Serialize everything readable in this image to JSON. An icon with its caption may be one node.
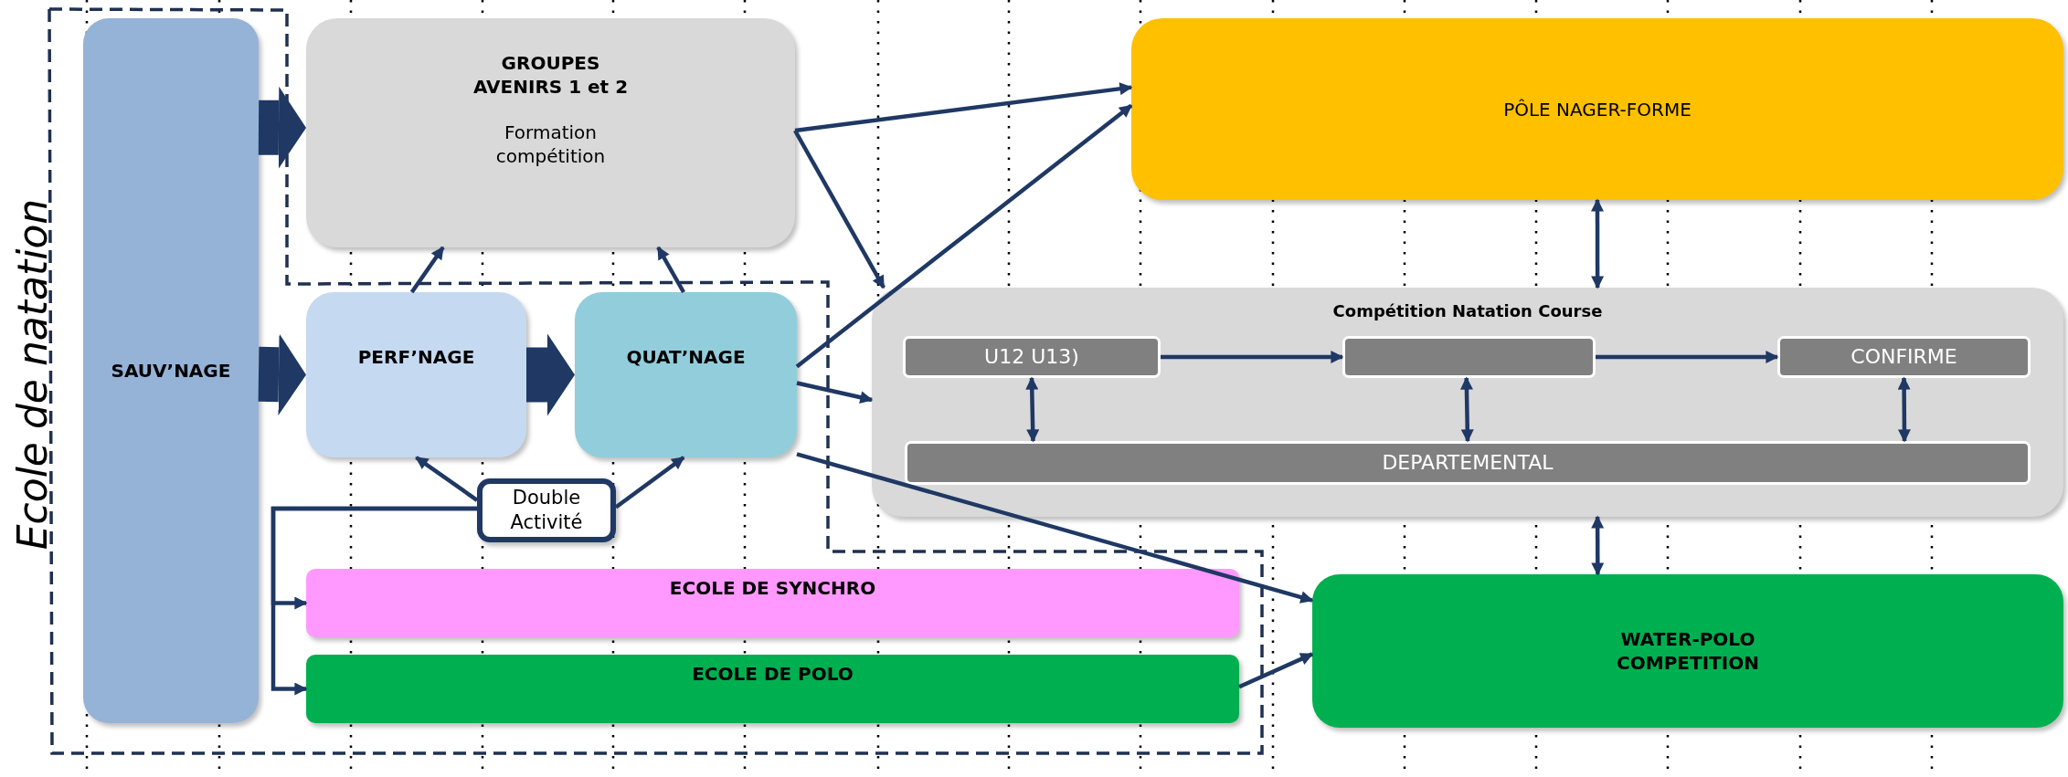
{
  "diagram": {
    "nodes": [
      {
        "text": [
          "Ecole de natation"
        ]
      },
      {
        "text": [
          "SAUV’NAGE"
        ],
        "in": 0
      },
      {
        "text": [
          "GROUPES AVENIRS 1 et 2",
          "Formation compétition"
        ]
      },
      {
        "text": [
          "PÔLE NAGER-FORME"
        ]
      },
      {
        "text": [
          "PERF’NAGE"
        ],
        "in": 0
      },
      {
        "text": [
          "QUAT’NAGE"
        ],
        "in": 0
      },
      {
        "text": [
          "Compétition Natation Course"
        ]
      },
      {
        "text": [
          "U12 U13)"
        ],
        "in": 6
      },
      {
        "text": [],
        "shape": "box",
        "in": 6
      },
      {
        "text": [
          "CONFIRME"
        ],
        "in": 6
      },
      {
        "text": [
          "DEPARTEMENTAL"
        ],
        "in": 6
      },
      {
        "text": [
          "Double Activité"
        ],
        "in": 0
      },
      {
        "text": [
          "ECOLE DE SYNCHRO"
        ],
        "in": 0
      },
      {
        "text": [
          "ECOLE DE POLO"
        ],
        "in": 0
      },
      {
        "text": [
          "WATER-POLO COMPETITION"
        ]
      }
    ],
    "edges": [
      {
        "from": 1,
        "to": 2,
        "arrow": "to",
        "style": "thick"
      },
      {
        "from": 1,
        "to": 4,
        "arrow": "to",
        "style": "thick"
      },
      {
        "from": 4,
        "to": 5,
        "arrow": "to",
        "style": "thick"
      },
      {
        "from": 4,
        "to": 2,
        "arrow": "to"
      },
      {
        "from": 5,
        "to": 2,
        "arrow": "to"
      },
      {
        "from": 2,
        "to": 3,
        "arrow": "to"
      },
      {
        "from": 2,
        "to": 6,
        "arrow": "to"
      },
      {
        "from": 5,
        "to": 3,
        "arrow": "to"
      },
      {
        "from": 5,
        "to": 6,
        "arrow": "to"
      },
      {
        "from": 5,
        "to": 14,
        "arrow": "to"
      },
      {
        "from": 3,
        "to": 6,
        "arrow": "both"
      },
      {
        "from": 7,
        "to": 8,
        "arrow": "to"
      },
      {
        "from": 8,
        "to": 9,
        "arrow": "to"
      },
      {
        "from": 7,
        "to": 10,
        "arrow": "both"
      },
      {
        "from": 8,
        "to": 10,
        "arrow": "both"
      },
      {
        "from": 9,
        "to": 10,
        "arrow": "both"
      },
      {
        "from": 11,
        "to": 4,
        "arrow": "to"
      },
      {
        "from": 11,
        "to": 5,
        "arrow": "to"
      },
      {
        "from": 11,
        "to": 12,
        "arrow": "to"
      },
      {
        "from": 11,
        "to": 13,
        "arrow": "to"
      },
      {
        "from": 13,
        "to": 14,
        "arrow": "to"
      },
      {
        "from": 6,
        "to": 14,
        "arrow": "both"
      }
    ]
  }
}
